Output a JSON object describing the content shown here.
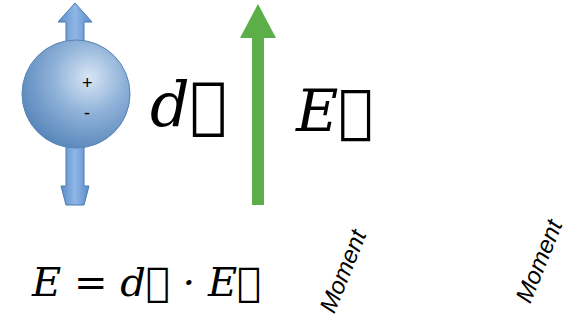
{
  "diagram": {
    "nodes": [
      {
        "text": [
          "+",
          "-"
        ]
      }
    ],
    "labels": [
      "d⃗",
      "E⃗",
      "E = d⃗ · E⃗",
      "Moment",
      "Moment"
    ]
  }
}
